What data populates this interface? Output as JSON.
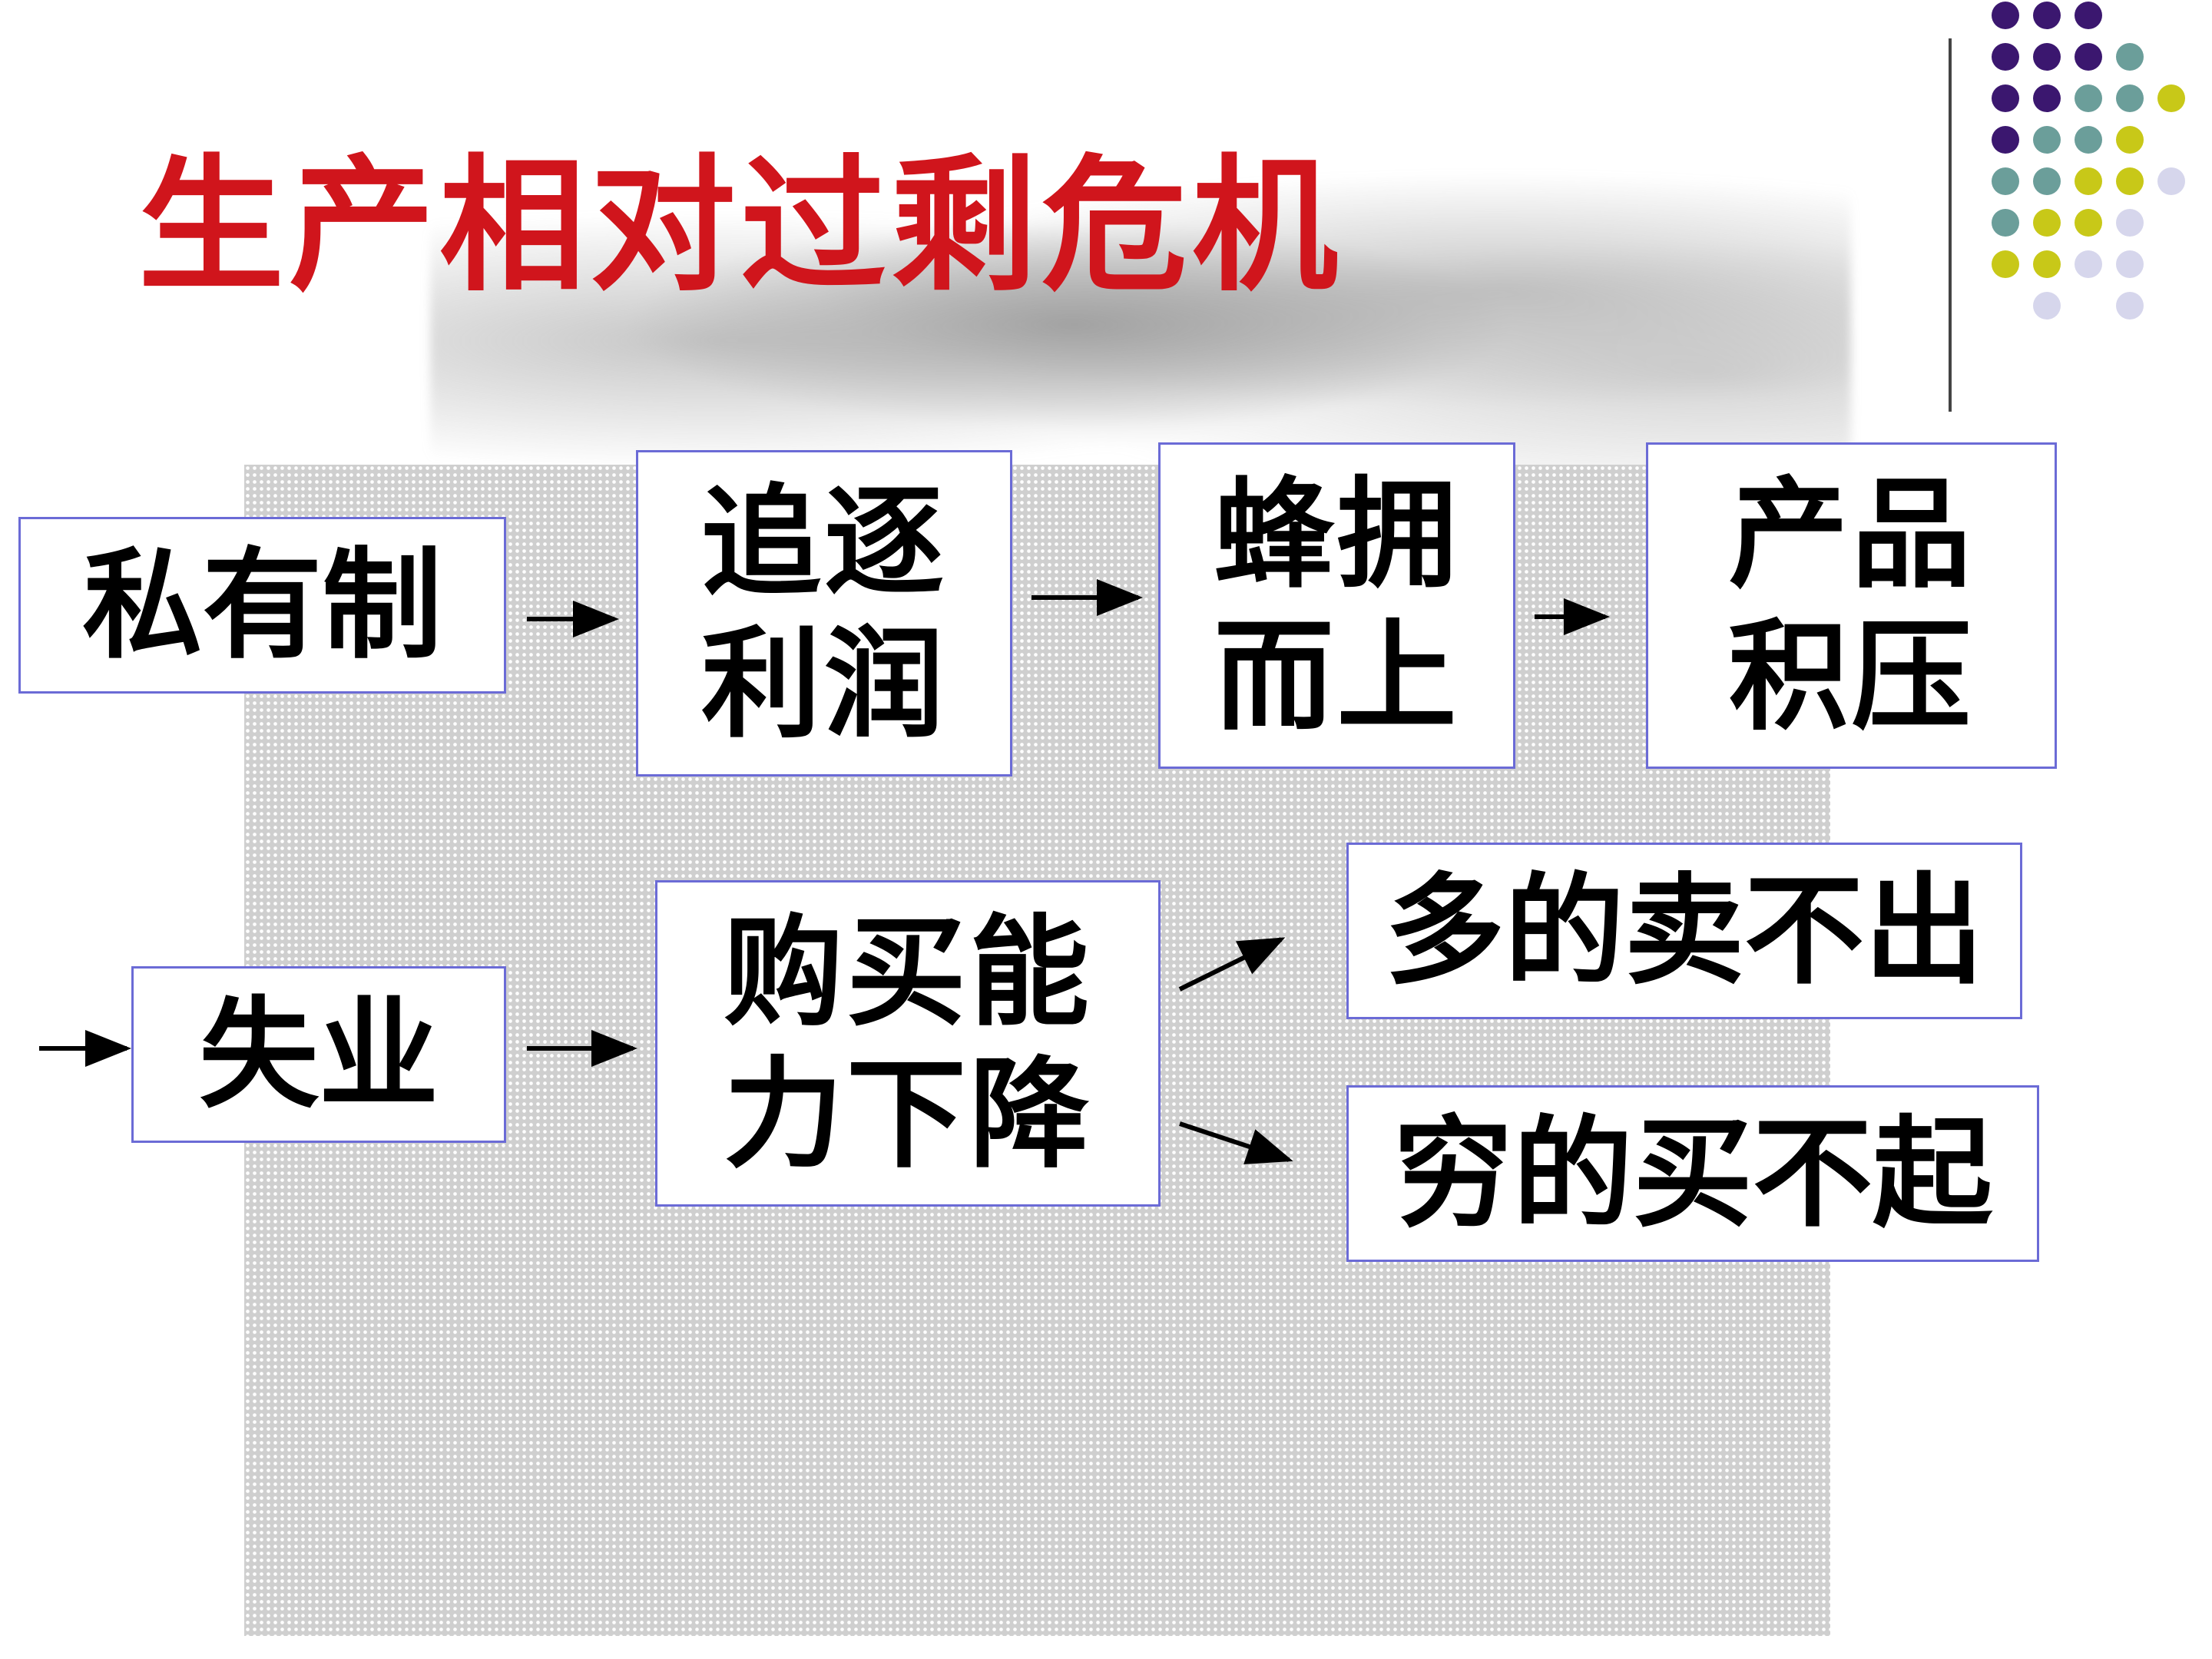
{
  "title": "生产相对过剩危机",
  "palette": {
    "purple": "#3b176f",
    "teal": "#6b9e9a",
    "olive": "#c8c818",
    "lavender": "#d6d6ec",
    "box_border": "#6b6bd6",
    "title_color": "#d0151c"
  },
  "nodes": {
    "private_ownership": "私有制",
    "pursue_profit": "追逐利润",
    "rush_in": "蜂拥而上",
    "overstock": "产品积压",
    "unemployment": "失业",
    "purchasing_power_drop": "购买能力下降",
    "too_much_unsold": "多的卖不出",
    "poor_cannot_afford": "穷的买不起"
  }
}
